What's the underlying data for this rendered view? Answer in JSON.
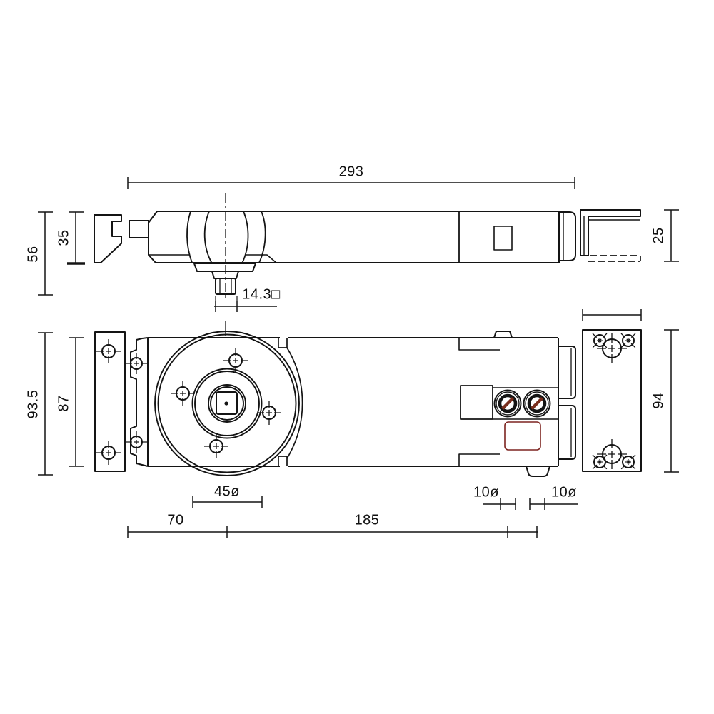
{
  "drawing": {
    "dimensions": {
      "overall_length": "293",
      "overall_height": "56",
      "body_height": "35",
      "spindle_square": "14.3□",
      "cover_height": "25",
      "overall_width": "93.5",
      "body_width": "87",
      "cam_diameter": "45ø",
      "pivot_distance": "70",
      "valve_distance": "185",
      "valve_left_diameter": "10ø",
      "valve_right_diameter": "10ø",
      "end_plate_length": "94"
    },
    "colors": {
      "line": "#141414",
      "valve_slot": "#7a2e1d",
      "label_outline": "#7d2420",
      "background": "#ffffff"
    }
  }
}
